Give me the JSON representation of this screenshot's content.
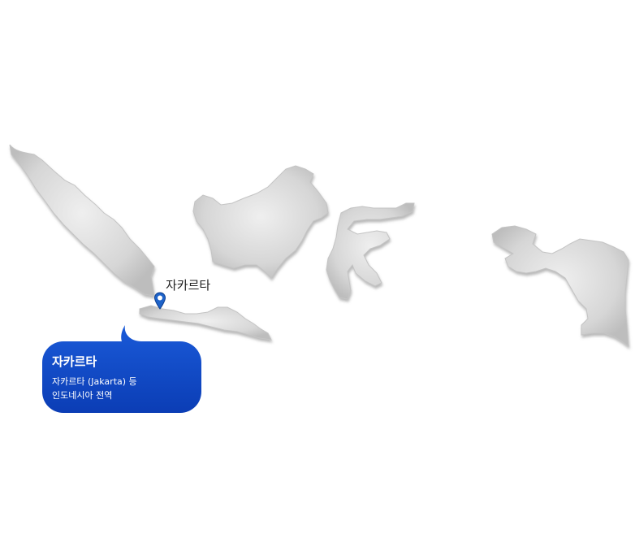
{
  "map": {
    "land_fill": "#d9d9d9",
    "land_stroke": "#c2c2c2",
    "islands": [
      "sumatra",
      "java",
      "borneo",
      "sulawesi",
      "new-guinea"
    ]
  },
  "marker": {
    "label": "자카르타",
    "pin_color": "#1e63c9",
    "icon": "map-pin-icon"
  },
  "callout": {
    "title": "자카르타",
    "line1": "자카르타 (Jakarta) 등",
    "line2": "인도네시아 전역",
    "color_top": "#1a5ad8",
    "color_bottom": "#0b3db5"
  }
}
